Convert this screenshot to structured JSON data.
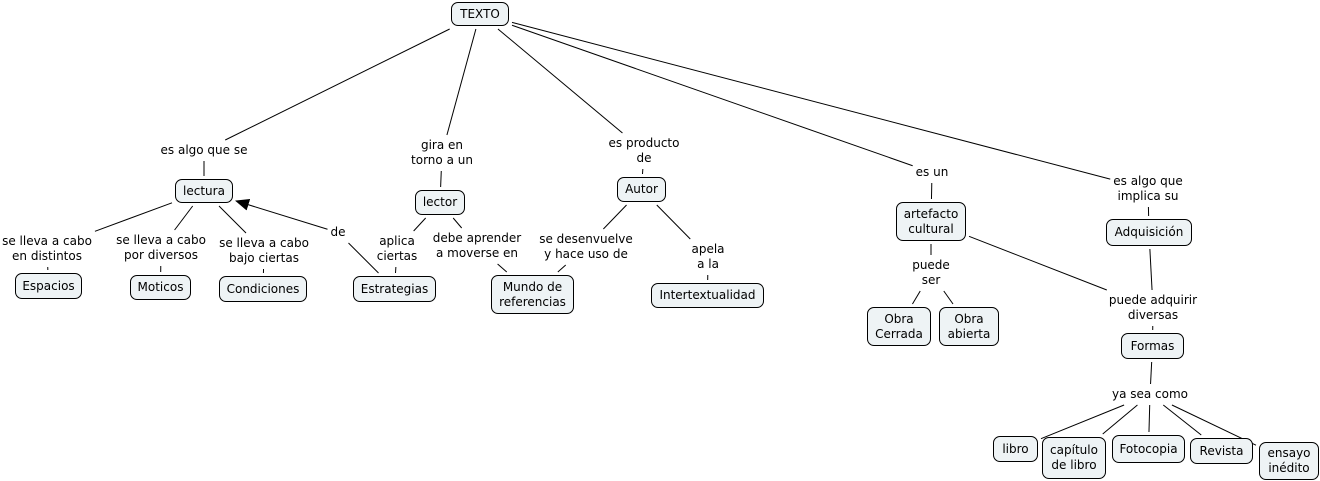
{
  "map": {
    "title": "TEXTO",
    "nodes": [
      {
        "id": "texto",
        "text": "TEXTO"
      },
      {
        "id": "lectura",
        "text": "lectura"
      },
      {
        "id": "espacios",
        "text": "Espacios"
      },
      {
        "id": "moticos",
        "text": "Moticos"
      },
      {
        "id": "condiciones",
        "text": "Condiciones"
      },
      {
        "id": "estrategias",
        "text": "Estrategias"
      },
      {
        "id": "lector",
        "text": "lector"
      },
      {
        "id": "mundo",
        "text": "Mundo de\nreferencias"
      },
      {
        "id": "autor",
        "text": "Autor"
      },
      {
        "id": "intertextualidad",
        "text": "Intertextualidad"
      },
      {
        "id": "artefacto",
        "text": "artefacto\ncultural"
      },
      {
        "id": "obra_cerrada",
        "text": "Obra\nCerrada"
      },
      {
        "id": "obra_abierta",
        "text": "Obra\nabierta"
      },
      {
        "id": "adquisicion",
        "text": "Adquisición"
      },
      {
        "id": "formas",
        "text": "Formas"
      },
      {
        "id": "libro",
        "text": "libro"
      },
      {
        "id": "capitulo",
        "text": "capítulo\nde libro"
      },
      {
        "id": "fotocopia",
        "text": "Fotocopia"
      },
      {
        "id": "revista",
        "text": "Revista"
      },
      {
        "id": "ensayo",
        "text": "ensayo\ninédito"
      }
    ],
    "linking_phrases": [
      {
        "id": "l_algo_que_se",
        "text": "es algo que se"
      },
      {
        "id": "l_gira",
        "text": "gira en\ntorno a un"
      },
      {
        "id": "l_producto",
        "text": "es producto\nde"
      },
      {
        "id": "l_es_un",
        "text": "es un"
      },
      {
        "id": "l_implica",
        "text": "es algo que\nimplica su"
      },
      {
        "id": "l_distintos",
        "text": "se lleva a cabo\nen distintos"
      },
      {
        "id": "l_diversos",
        "text": "se lleva a cabo\npor diversos"
      },
      {
        "id": "l_ciertas",
        "text": "se lleva a cabo\nbajo ciertas"
      },
      {
        "id": "l_de",
        "text": "de"
      },
      {
        "id": "l_aplica",
        "text": "aplica\nciertas"
      },
      {
        "id": "l_moverse",
        "text": "debe aprender\na moverse en"
      },
      {
        "id": "l_desenvuelve",
        "text": "se desenvuelve\ny hace uso de"
      },
      {
        "id": "l_apela",
        "text": "apela\na la"
      },
      {
        "id": "l_puede_ser",
        "text": "puede\nser"
      },
      {
        "id": "l_adquirir",
        "text": "puede adquirir\ndiversas"
      },
      {
        "id": "l_ya_sea",
        "text": "ya sea como"
      }
    ],
    "connections": [
      [
        "texto",
        "l_algo_que_se"
      ],
      [
        "l_algo_que_se",
        "lectura"
      ],
      [
        "texto",
        "l_gira"
      ],
      [
        "l_gira",
        "lector"
      ],
      [
        "texto",
        "l_producto"
      ],
      [
        "l_producto",
        "autor"
      ],
      [
        "texto",
        "l_es_un"
      ],
      [
        "l_es_un",
        "artefacto"
      ],
      [
        "texto",
        "l_implica"
      ],
      [
        "l_implica",
        "adquisicion"
      ],
      [
        "lectura",
        "l_distintos"
      ],
      [
        "l_distintos",
        "espacios"
      ],
      [
        "lectura",
        "l_diversos"
      ],
      [
        "l_diversos",
        "moticos"
      ],
      [
        "lectura",
        "l_ciertas"
      ],
      [
        "l_ciertas",
        "condiciones"
      ],
      [
        "estrategias",
        "l_de"
      ],
      [
        "l_de",
        "lectura"
      ],
      [
        "lector",
        "l_aplica"
      ],
      [
        "l_aplica",
        "estrategias"
      ],
      [
        "lector",
        "l_moverse"
      ],
      [
        "l_moverse",
        "mundo"
      ],
      [
        "autor",
        "l_desenvuelve"
      ],
      [
        "l_desenvuelve",
        "mundo"
      ],
      [
        "autor",
        "l_apela"
      ],
      [
        "l_apela",
        "intertextualidad"
      ],
      [
        "artefacto",
        "l_puede_ser"
      ],
      [
        "l_puede_ser",
        "obra_cerrada"
      ],
      [
        "l_puede_ser",
        "obra_abierta"
      ],
      [
        "artefacto",
        "l_adquirir"
      ],
      [
        "adquisicion",
        "l_adquirir"
      ],
      [
        "l_adquirir",
        "formas"
      ],
      [
        "formas",
        "l_ya_sea"
      ],
      [
        "l_ya_sea",
        "libro"
      ],
      [
        "l_ya_sea",
        "capitulo"
      ],
      [
        "l_ya_sea",
        "fotocopia"
      ],
      [
        "l_ya_sea",
        "revista"
      ],
      [
        "l_ya_sea",
        "ensayo"
      ]
    ],
    "arrow_targets": [
      "l_de->lectura"
    ]
  }
}
